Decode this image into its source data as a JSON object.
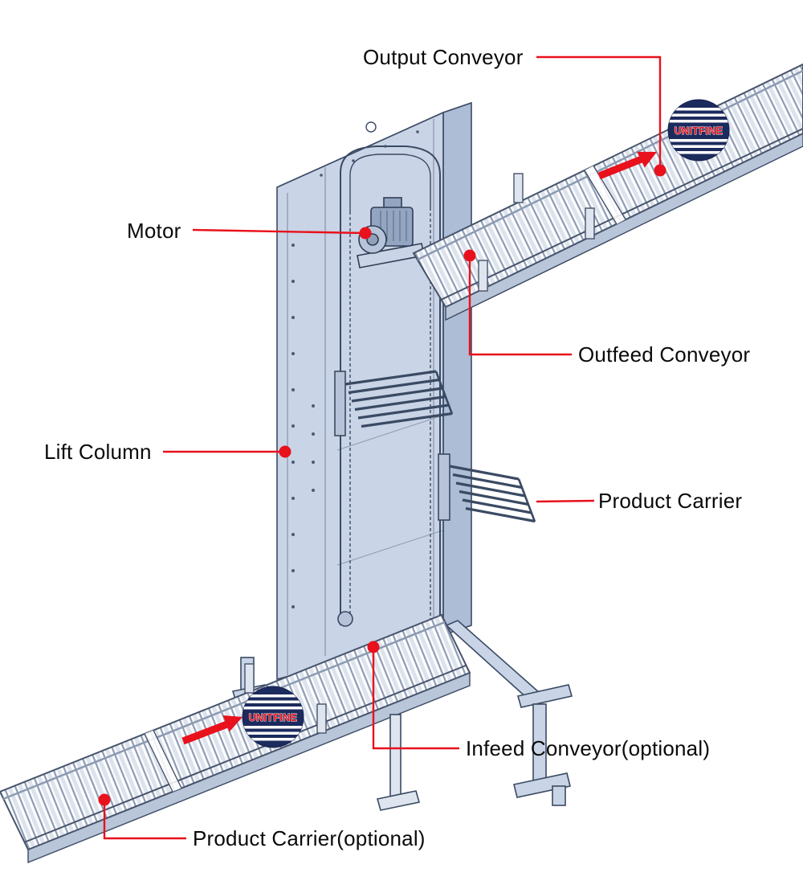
{
  "diagram": {
    "labels": {
      "output_conveyor": "Output Conveyor",
      "motor": "Motor",
      "outfeed_conveyor": "Outfeed Conveyor",
      "lift_column": "Lift Column",
      "product_carrier": "Product Carrier",
      "infeed_conveyor": "Infeed Conveyor(optional)",
      "product_carrier_optional": "Product Carrier(optional)"
    },
    "logo_text": "UNITFINE",
    "colors": {
      "annotation_red": "#e8111c",
      "machine_fill": "#c9d4e6",
      "machine_line": "#3a4a63",
      "logo_navy": "#1c2b5e"
    }
  }
}
